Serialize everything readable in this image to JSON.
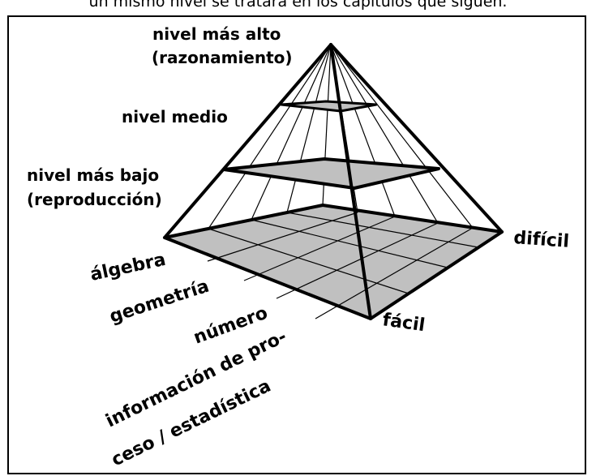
{
  "caption": "un mismo nivel se tratará en los capítulos que siguen.",
  "levels": {
    "top_line1": "nivel más alto",
    "top_line2": "(razonamiento)",
    "middle": "nivel medio",
    "bottom_line1": "nivel más bajo",
    "bottom_line2": "(reproducción)"
  },
  "difficulty": {
    "hard": "difícil",
    "easy": "fácil"
  },
  "domains": {
    "algebra": "álgebra",
    "geometry": "geometría",
    "number": "número",
    "info_line1": "información de pro-",
    "info_line2": "ceso / estadística"
  },
  "colors": {
    "plane_fill": "#c0c0c0",
    "line": "#000000",
    "background": "#ffffff"
  }
}
